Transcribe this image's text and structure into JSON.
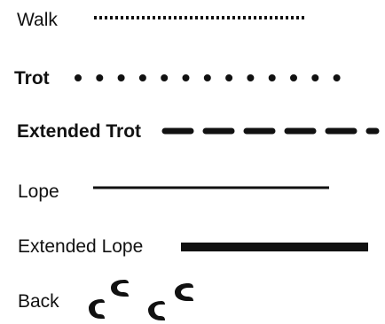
{
  "legend": {
    "items": [
      {
        "label": "Walk",
        "line_style": "fine-dotted"
      },
      {
        "label": "Trot",
        "line_style": "round-dots"
      },
      {
        "label": "Extended Trot",
        "line_style": "long-dashes"
      },
      {
        "label": "Lope",
        "line_style": "thin-solid"
      },
      {
        "label": "Extended Lope",
        "line_style": "thick-solid"
      },
      {
        "label": "Back",
        "line_style": "hoof-prints"
      }
    ],
    "colors": {
      "ink": "#111111",
      "background": "#ffffff"
    }
  }
}
